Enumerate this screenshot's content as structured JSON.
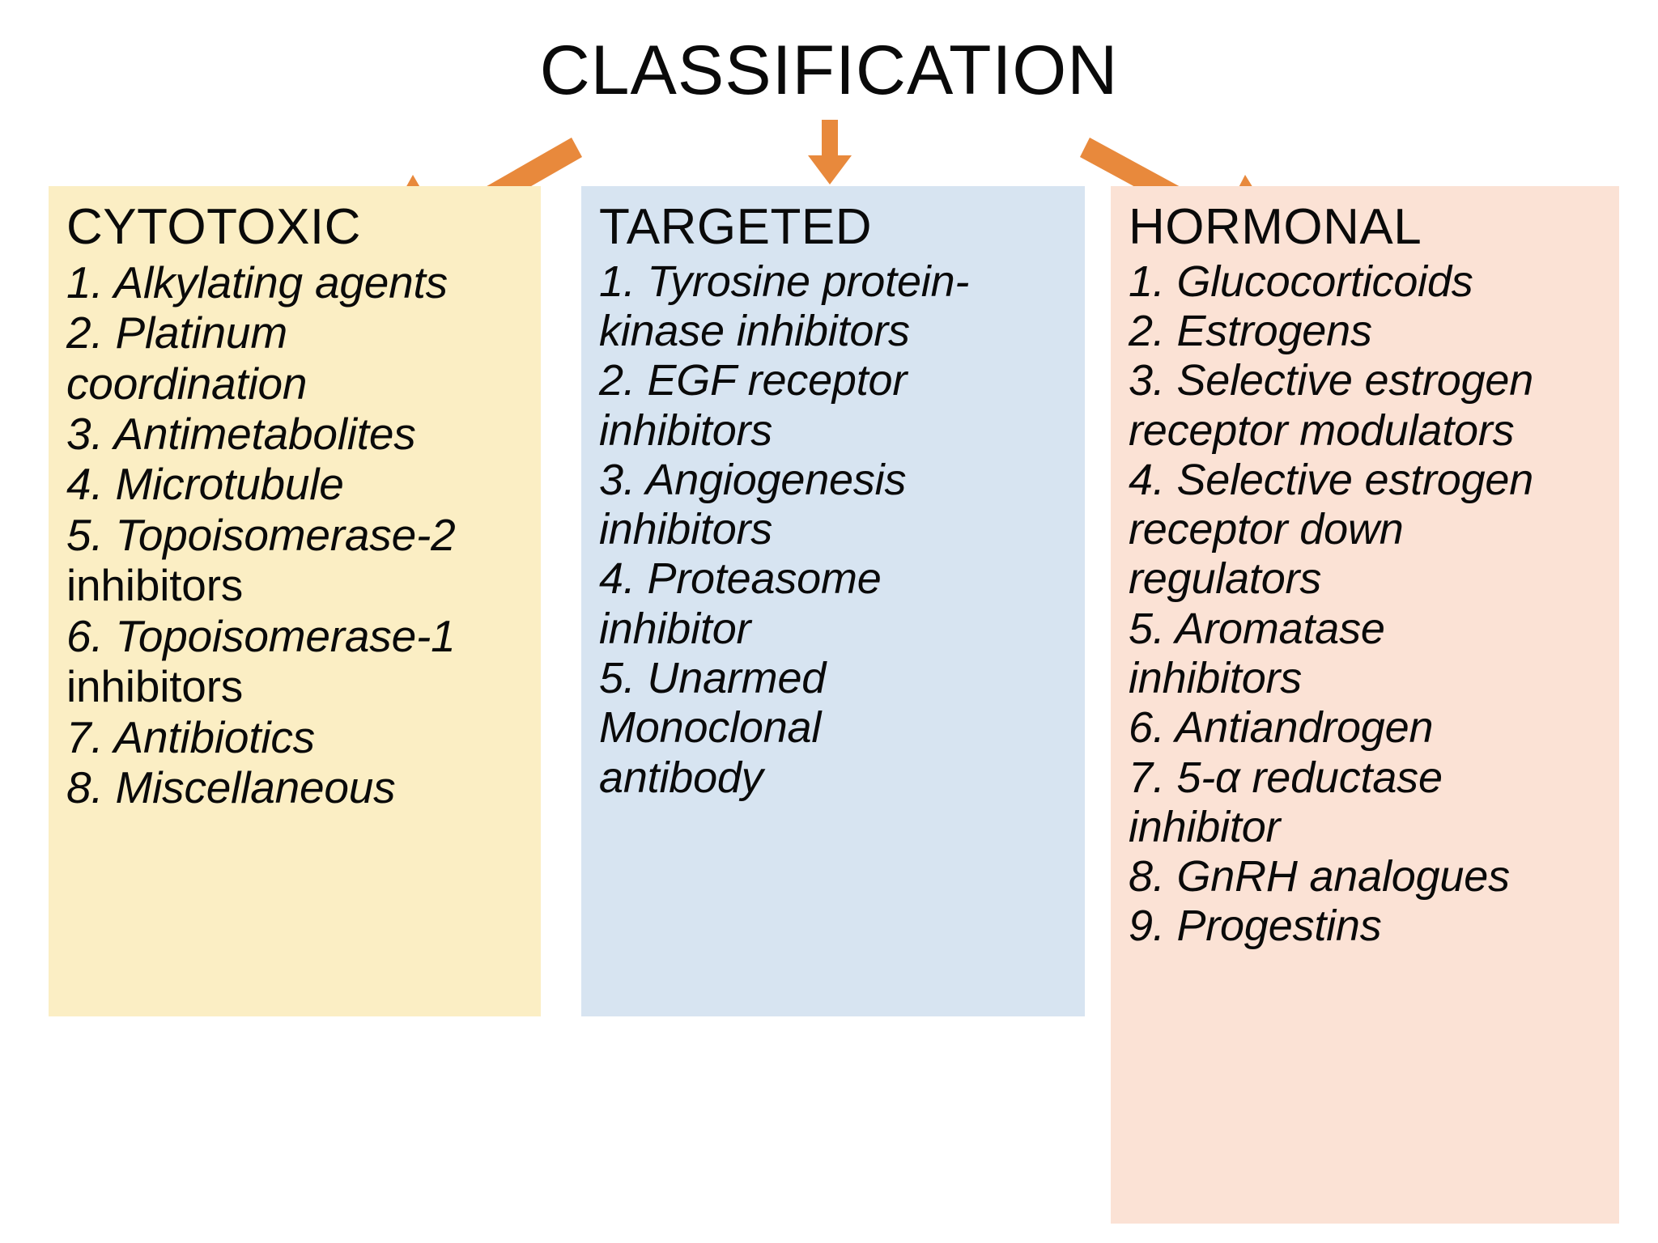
{
  "title": "CLASSIFICATION",
  "colors": {
    "arrow": "#E8893C",
    "cytotoxic_bg": "#FBEEC4",
    "targeted_bg": "#D7E4F1",
    "hormonal_bg": "#FBE2D5",
    "text": "#0A0A0A"
  },
  "columns": [
    {
      "heading": "CYTOTOXIC",
      "items": [
        {
          "num": "1.",
          "text": "Alkylating agents",
          "cont": []
        },
        {
          "num": "2.",
          "text": "Platinum",
          "cont": [
            {
              "text": "coordination",
              "upright": false
            }
          ]
        },
        {
          "num": "3.",
          "text": "Antimetabolites",
          "cont": []
        },
        {
          "num": "4.",
          "text": "Microtubule",
          "cont": []
        },
        {
          "num": "5.",
          "text": "Topoisomerase-2",
          "cont": [
            {
              "text": "inhibitors",
              "upright": true
            }
          ]
        },
        {
          "num": "6.",
          "text": "Topoisomerase-1",
          "cont": [
            {
              "text": "inhibitors",
              "upright": true
            }
          ]
        },
        {
          "num": "7.",
          "text": "Antibiotics",
          "cont": []
        },
        {
          "num": "8.",
          "text": "Miscellaneous",
          "cont": []
        }
      ]
    },
    {
      "heading": "TARGETED",
      "items": [
        {
          "num": "1.",
          "text": "Tyrosine protein-",
          "cont": [
            {
              "text": "kinase inhibitors",
              "upright": false
            }
          ]
        },
        {
          "num": "2.",
          "text": "EGF receptor",
          "cont": [
            {
              "text": "inhibitors",
              "upright": false
            }
          ]
        },
        {
          "num": "3.",
          "text": "Angiogenesis",
          "cont": [
            {
              "text": "inhibitors",
              "upright": false
            }
          ]
        },
        {
          "num": "4.",
          "text": "Proteasome",
          "cont": [
            {
              "text": "inhibitor",
              "upright": false
            }
          ]
        },
        {
          "num": "5.",
          "text": "Unarmed",
          "cont": [
            {
              "text": "Monoclonal",
              "upright": false
            },
            {
              "text": "antibody",
              "upright": false
            }
          ]
        }
      ]
    },
    {
      "heading": "HORMONAL",
      "items": [
        {
          "num": "1.",
          "text": "Glucocorticoids",
          "cont": []
        },
        {
          "num": "2.",
          "text": "Estrogens",
          "cont": []
        },
        {
          "num": "3.",
          "text": "Selective estrogen",
          "cont": [
            {
              "text": "receptor modulators",
              "upright": false
            }
          ]
        },
        {
          "num": "4.",
          "text": "Selective estrogen",
          "cont": [
            {
              "text": "receptor down",
              "upright": false
            },
            {
              "text": "regulators",
              "upright": false
            }
          ]
        },
        {
          "num": "5.",
          "text": "Aromatase",
          "cont": [
            {
              "text": "inhibitors",
              "upright": false
            }
          ]
        },
        {
          "num": "6.",
          "text": "Antiandrogen",
          "cont": []
        },
        {
          "num": "7.",
          "text": "5-α reductase",
          "cont": [
            {
              "text": "inhibitor",
              "upright": false
            }
          ]
        },
        {
          "num": "8.",
          "text": "GnRH analogues",
          "cont": []
        },
        {
          "num": "9.",
          "text": "Progestins",
          "cont": []
        }
      ]
    }
  ],
  "arrows": [
    {
      "name": "arrow-to-cytotoxic"
    },
    {
      "name": "arrow-to-targeted"
    },
    {
      "name": "arrow-to-hormonal"
    }
  ]
}
